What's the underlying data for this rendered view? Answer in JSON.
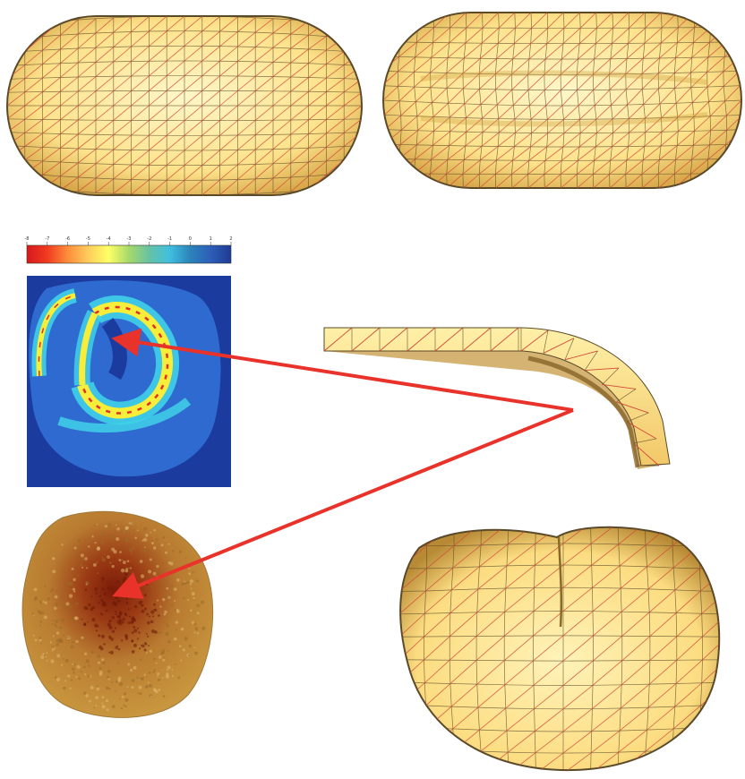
{
  "colorbar": {
    "tick_labels": [
      "-8",
      "-7",
      "-6",
      "-5",
      "-4",
      "-3",
      "-2",
      "-1",
      "0",
      "1",
      "2"
    ],
    "colors": [
      "#d7191c",
      "#f03b20",
      "#fd8d3c",
      "#fecc5c",
      "#ffff66",
      "#a6d96a",
      "#66c2a5",
      "#3fbfe0",
      "#2b83ba",
      "#2c5fb8",
      "#1f3a93"
    ]
  },
  "colors": {
    "mesh_fill": "#fde79a",
    "mesh_highlight": "#fff6c8",
    "mesh_shadow": "#c89a3a",
    "mesh_edge_red": "#d24a3a",
    "mesh_edge_dark": "#5a4a2a",
    "arrow": "#e8322a",
    "heatmap_background": "#1b3c9e",
    "heatmap_field": "#2f6ad0",
    "heatmap_ring_cyan": "#3fd0e8",
    "heatmap_ring_yellow": "#f6ee3a",
    "heatmap_ring_red": "#e0302a",
    "tissue_outer": "#c89540",
    "tissue_center": "#8a2a10"
  },
  "panels": [
    {
      "name": "capsule-mesh-initial"
    },
    {
      "name": "capsule-mesh-deformed"
    },
    {
      "name": "strain-heatmap"
    },
    {
      "name": "curved-strip-mesh"
    },
    {
      "name": "tissue-section-photo"
    },
    {
      "name": "indented-sphere-mesh"
    }
  ]
}
